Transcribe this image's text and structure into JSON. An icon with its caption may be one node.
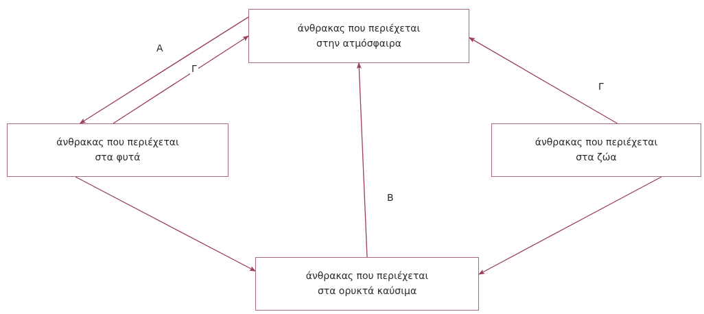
{
  "diagram": {
    "nodes": [
      {
        "text": [
          "άνθρακας που περιέχεται στην ατμόσφαιρα"
        ]
      },
      {
        "text": [
          "άνθρακας που περιέχεται στα φυτά"
        ]
      },
      {
        "text": [
          "άνθρακας που περιέχεται στα ζώα"
        ]
      },
      {
        "text": [
          "άνθρακας που περιέχεται στα ορυκτά καύσιμα"
        ]
      }
    ],
    "edges": [
      {
        "from": 0,
        "to": 1,
        "arrow": "to",
        "label": "Α"
      },
      {
        "from": 1,
        "to": 0,
        "arrow": "to",
        "label": "Γ"
      },
      {
        "from": 2,
        "to": 0,
        "arrow": "to",
        "label": "Γ"
      },
      {
        "from": 3,
        "to": 0,
        "arrow": "to",
        "label": "Β"
      },
      {
        "from": 1,
        "to": 3,
        "arrow": "to"
      },
      {
        "from": 2,
        "to": 3,
        "arrow": "to"
      }
    ]
  }
}
